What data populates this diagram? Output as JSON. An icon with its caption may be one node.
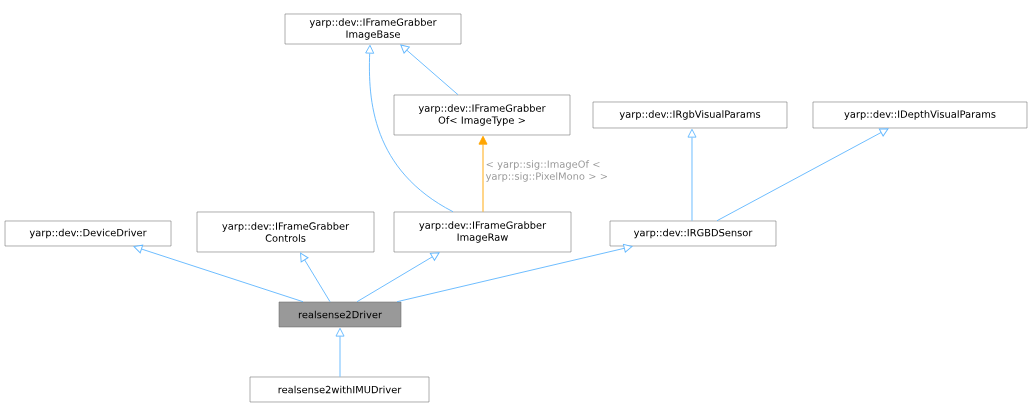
{
  "diagram": {
    "nodes": [
      {
        "text": [
          "yarp::dev::IFrameGrabber ImageBase"
        ]
      },
      {
        "text": [
          "yarp::dev::IFrameGrabber Of< ImageType >"
        ]
      },
      {
        "text": [
          "yarp::dev::IRgbVisualParams"
        ]
      },
      {
        "text": [
          "yarp::dev::IDepthVisualParams"
        ]
      },
      {
        "text": [
          "yarp::dev::DeviceDriver"
        ]
      },
      {
        "text": [
          "yarp::dev::IFrameGrabber Controls"
        ]
      },
      {
        "text": [
          "yarp::dev::IFrameGrabber ImageRaw"
        ]
      },
      {
        "text": [
          "yarp::dev::IRGBDSensor"
        ]
      },
      {
        "text": [
          "realsense2Driver"
        ]
      },
      {
        "text": [
          "realsense2withIMUDriver"
        ]
      }
    ],
    "edges": [
      {
        "from": 1,
        "to": 0,
        "arrow": "to"
      },
      {
        "from": 6,
        "to": 0,
        "arrow": "to"
      },
      {
        "from": 6,
        "to": 1,
        "arrow": "to",
        "color": "#ffa500",
        "label": "< yarp::sig::ImageOf < yarp::sig::PixelMono > >"
      },
      {
        "from": 7,
        "to": 2,
        "arrow": "to"
      },
      {
        "from": 7,
        "to": 3,
        "arrow": "to"
      },
      {
        "from": 8,
        "to": 4,
        "arrow": "to"
      },
      {
        "from": 8,
        "to": 5,
        "arrow": "to"
      },
      {
        "from": 8,
        "to": 6,
        "arrow": "to"
      },
      {
        "from": 8,
        "to": 7,
        "arrow": "to"
      },
      {
        "from": 9,
        "to": 8,
        "arrow": "to"
      }
    ]
  }
}
